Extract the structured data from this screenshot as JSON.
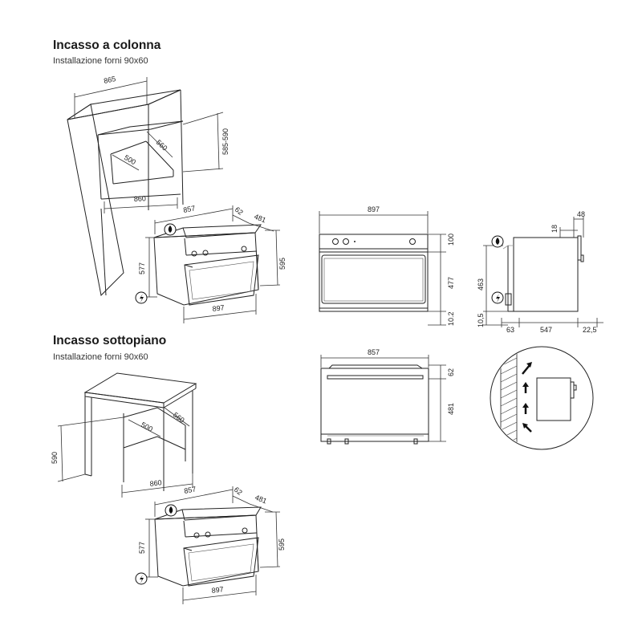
{
  "sections": [
    {
      "title": "Incasso a colonna",
      "subtitle": "Installazione forni 90x60"
    },
    {
      "title": "Incasso sottopiano",
      "subtitle": "Installazione forni 90x60"
    }
  ],
  "column": {
    "width_top": "865",
    "height_niche": "585-590",
    "depth_niche": "560",
    "height_inner": "500",
    "width_niche": "860"
  },
  "oven_top": {
    "width_depth": "857",
    "panel": "62",
    "depth": "481",
    "height_body": "577",
    "height_total": "595",
    "width_front": "897"
  },
  "front_view": {
    "width": "897",
    "panel_h": "100",
    "door_h": "477",
    "bottom_h": "10.2"
  },
  "side_view": {
    "top_gap": "18",
    "right_gap": "48",
    "height": "463",
    "bottom": "10,5",
    "depth_front": "63",
    "depth_body": "547",
    "depth_rear": "22,5"
  },
  "top_view": {
    "width": "857",
    "top_h": "62",
    "body_h": "481"
  },
  "under": {
    "height_niche": "590",
    "depth_niche": "560",
    "height_inner": "500",
    "width_niche": "860"
  },
  "oven_bottom": {
    "width_depth": "857",
    "panel": "62",
    "depth": "481",
    "height_body": "577",
    "height_total": "595",
    "width_front": "897"
  },
  "icons": [
    "gas-flame-icon",
    "electric-plug-icon",
    "airflow-arrow-icon"
  ]
}
